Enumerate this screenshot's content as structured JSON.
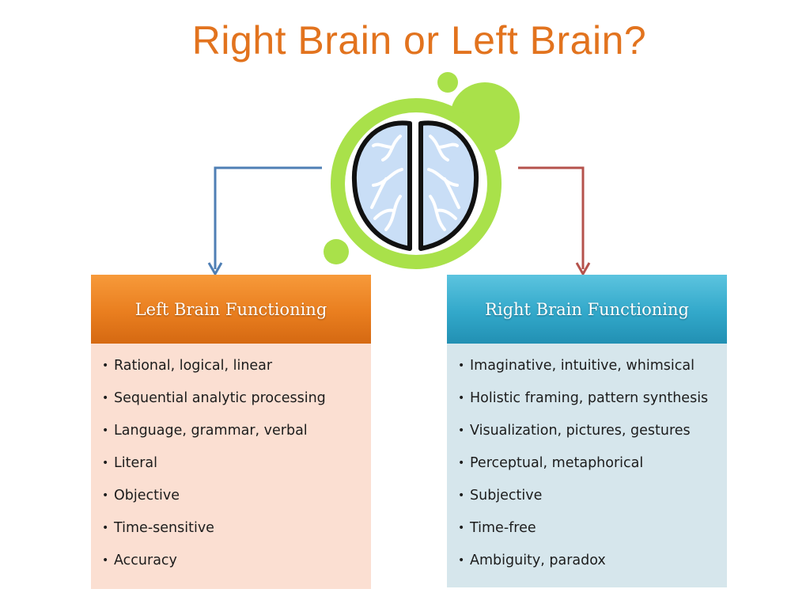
{
  "title": "Right Brain or Left Brain?",
  "left": {
    "heading": "Left Brain Functioning",
    "items": [
      "Rational, logical, linear",
      "Sequential analytic processing",
      "Language, grammar, verbal",
      "Literal",
      "Objective",
      "Time-sensitive",
      "Accuracy"
    ]
  },
  "right": {
    "heading": "Right Brain Functioning",
    "items": [
      "Imaginative, intuitive, whimsical",
      "Holistic framing, pattern synthesis",
      "Visualization, pictures, gestures",
      "Perceptual, metaphorical",
      "Subjective",
      "Time-free",
      "Ambiguity, paradox"
    ]
  },
  "colors": {
    "title": "#e2731e",
    "left_header": "#e97e1f",
    "left_body": "#fbdfd2",
    "right_header": "#32a8ca",
    "right_body": "#d6e6ec",
    "left_arrow": "#4f7fb5",
    "right_arrow": "#b5524c",
    "halo": "#a9e14a",
    "brain_fill": "#c9def6"
  }
}
